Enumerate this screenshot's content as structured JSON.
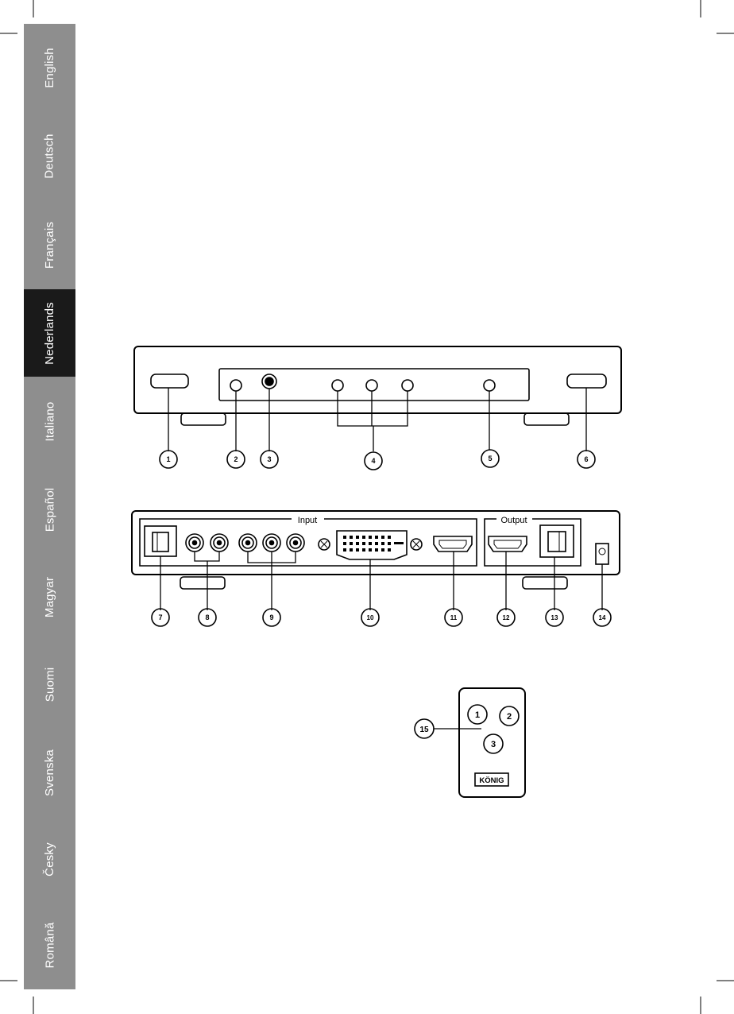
{
  "languages": [
    {
      "label": "English",
      "active": false
    },
    {
      "label": "Deutsch",
      "active": false
    },
    {
      "label": "Français",
      "active": false
    },
    {
      "label": "Nederlands",
      "active": true
    },
    {
      "label": "Italiano",
      "active": false
    },
    {
      "label": "Español",
      "active": false
    },
    {
      "label": "Magyar",
      "active": false
    },
    {
      "label": "Suomi",
      "active": false
    },
    {
      "label": "Svenska",
      "active": false
    },
    {
      "label": "Česky",
      "active": false
    },
    {
      "label": "Română",
      "active": false
    }
  ],
  "rear_panel": {
    "input_label": "Input",
    "output_label": "Output"
  },
  "remote": {
    "buttons": [
      "1",
      "2",
      "3"
    ],
    "brand": "KÖNIG"
  },
  "callouts": {
    "c1": "1",
    "c2": "2",
    "c3": "3",
    "c4": "4",
    "c5": "5",
    "c6": "6",
    "c7": "7",
    "c8": "8",
    "c9": "9",
    "c10": "10",
    "c11": "11",
    "c12": "12",
    "c13": "13",
    "c14": "14",
    "c15": "15"
  }
}
